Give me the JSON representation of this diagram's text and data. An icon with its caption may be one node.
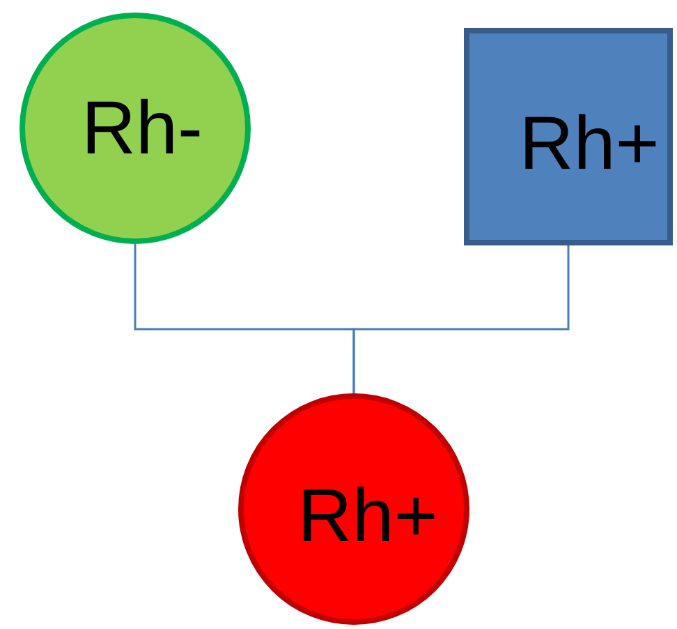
{
  "diagram": {
    "nodes": [
      {
        "text": [
          "Rh-"
        ]
      },
      {
        "text": [
          "Rh+"
        ]
      },
      {
        "text": [
          "Rh+"
        ]
      }
    ],
    "edges": [
      {
        "from": 0,
        "to": 2,
        "arrow": "none"
      },
      {
        "from": 1,
        "to": 2,
        "arrow": "none"
      }
    ]
  }
}
